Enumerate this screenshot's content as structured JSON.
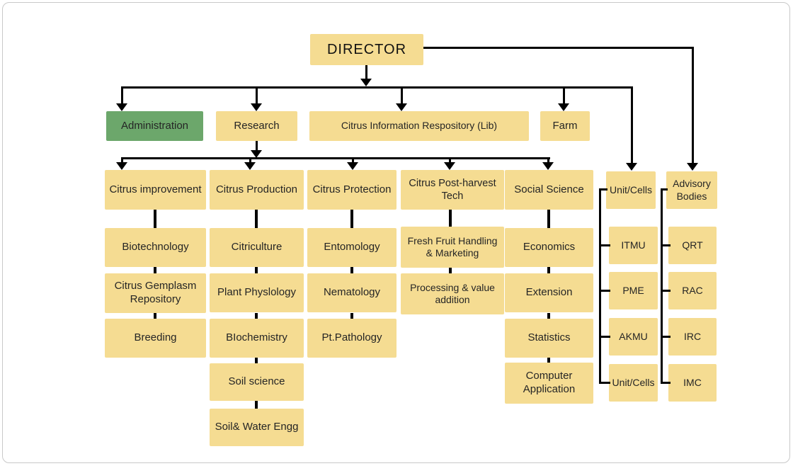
{
  "title": "Institute organisation chart",
  "colors": {
    "box_fill": "#f5dc92",
    "admin_fill": "#6ca76b",
    "connector": "#000000",
    "text": "#252525"
  },
  "root": {
    "label": "DIRECTOR"
  },
  "level1": [
    {
      "label": "Administration",
      "highlighted": true
    },
    {
      "label": "Research"
    },
    {
      "label": "Citrus Information Respository (Lib)"
    },
    {
      "label": "Farm"
    }
  ],
  "columns": [
    {
      "head": "Citrus improvement",
      "children": [
        "Biotechnology",
        "Citrus Gemplasm Repository",
        "Breeding"
      ]
    },
    {
      "head": "Citrus Production",
      "children": [
        "Citriculture",
        "Plant Physlology",
        "BIochemistry",
        "Soil science",
        "Soil& Water Engg"
      ]
    },
    {
      "head": "Citrus Protection",
      "children": [
        "Entomology",
        "Nematology",
        "Pt.Pathology"
      ]
    },
    {
      "head": "Citrus Post-harvest Tech",
      "children": [
        "Fresh Fruit Handling & Marketing",
        "Processing & value addition"
      ]
    },
    {
      "head": "Social Science",
      "children": [
        "Economics",
        "Extension",
        "Statistics",
        "Computer Application"
      ]
    }
  ],
  "units": {
    "head": "Unit/Cells",
    "children": [
      "ITMU",
      "PME",
      "AKMU",
      "Unit/Cells"
    ]
  },
  "advisory": {
    "head": "Advisory Bodies",
    "children": [
      "QRT",
      "RAC",
      "IRC",
      "IMC"
    ]
  }
}
